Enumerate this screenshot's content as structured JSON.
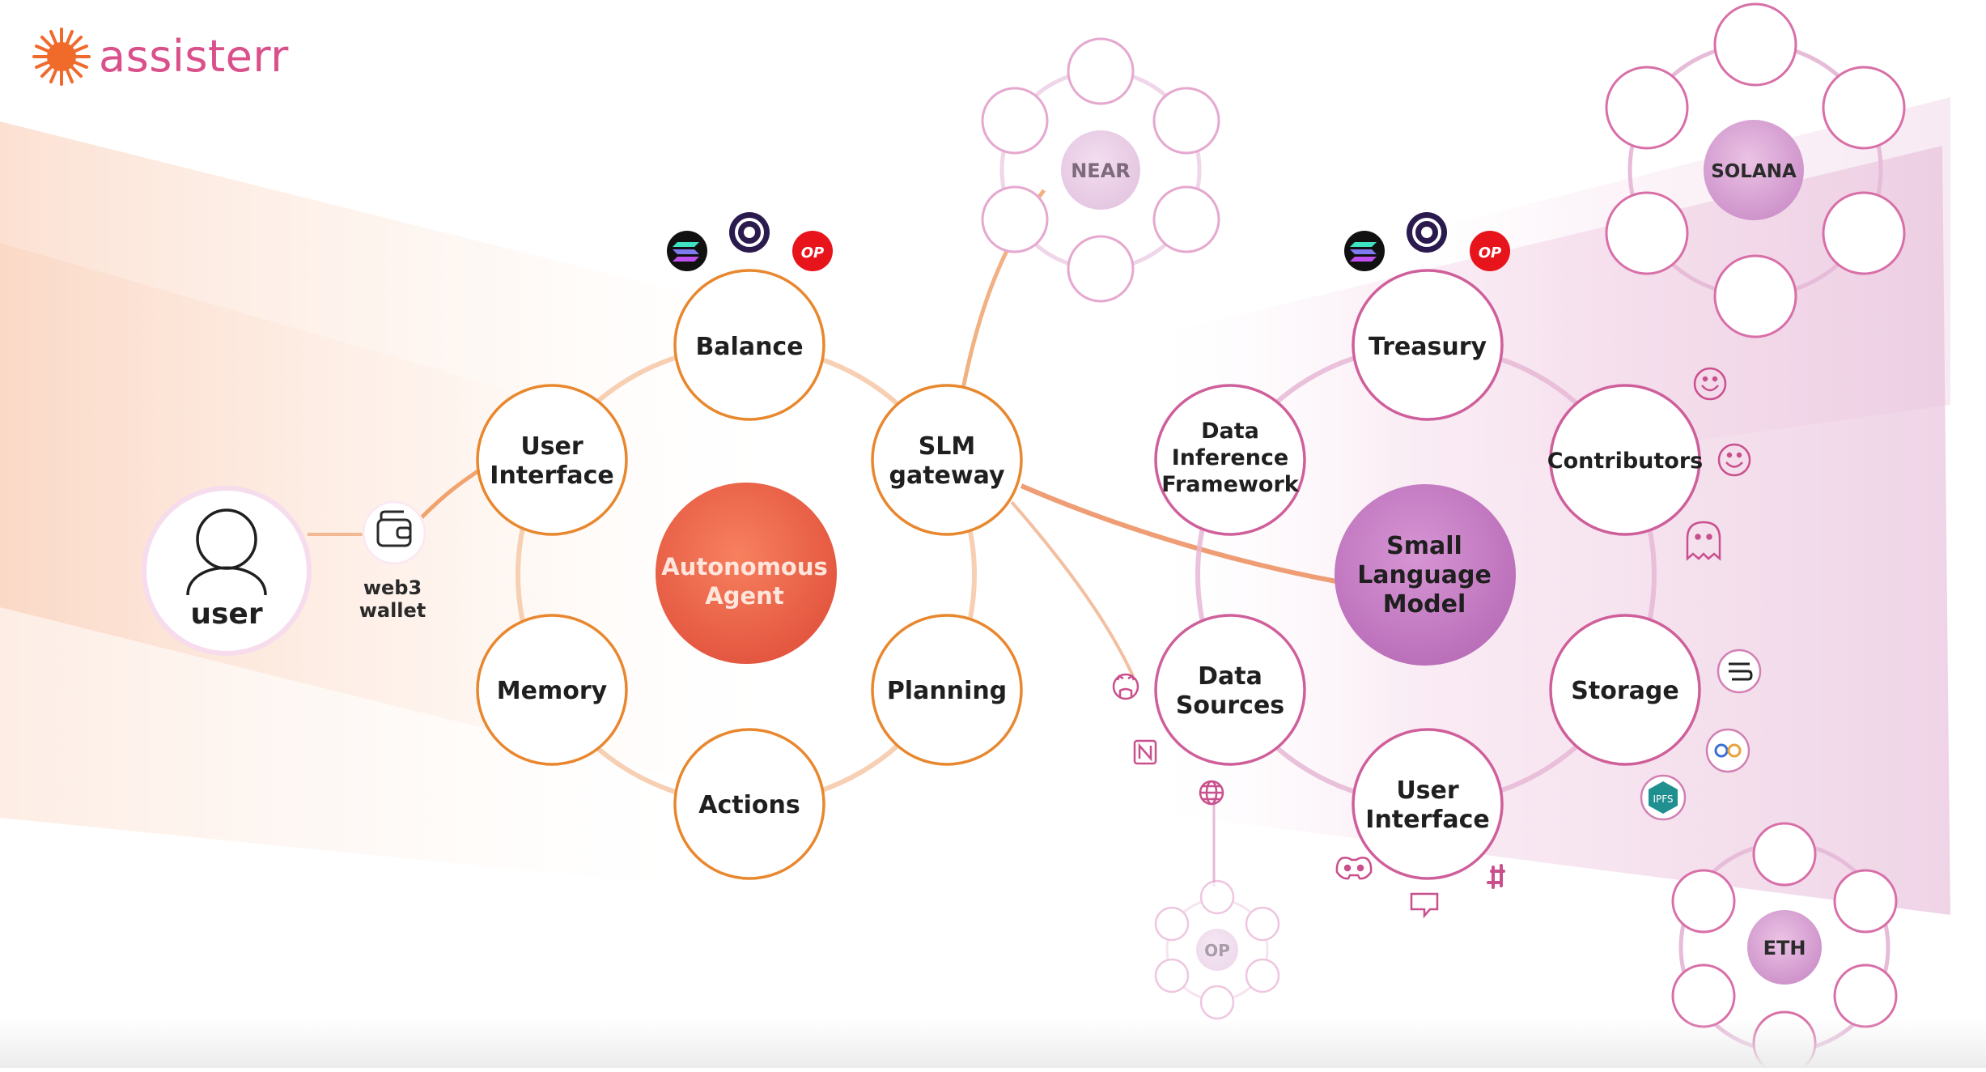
{
  "brand": {
    "name": "assisterr"
  },
  "user": {
    "label": "user"
  },
  "wallet": {
    "label_line1": "web3",
    "label_line2": "wallet"
  },
  "agent_cluster": {
    "center_line1": "Autonomous",
    "center_line2": "Agent",
    "nodes": {
      "balance": [
        "Balance"
      ],
      "user_interface": [
        "User",
        "Interface"
      ],
      "slm_gateway": [
        "SLM",
        "gateway"
      ],
      "memory": [
        "Memory"
      ],
      "planning": [
        "Planning"
      ],
      "actions": [
        "Actions"
      ]
    },
    "badges": {
      "op": "OP"
    }
  },
  "slm_cluster": {
    "center_line1": "Small",
    "center_line2": "Language",
    "center_line3": "Model",
    "nodes": {
      "treasury": [
        "Treasury"
      ],
      "data_inference": [
        "Data",
        "Inference",
        "Framework"
      ],
      "contributors": [
        "Contributors"
      ],
      "data_sources": [
        "Data",
        "Sources"
      ],
      "storage": [
        "Storage"
      ],
      "user_interface": [
        "User",
        "Interface"
      ]
    },
    "badges": {
      "op": "OP",
      "ipfs": "IPFS"
    }
  },
  "networks": {
    "near": "NEAR",
    "solana": "SOLANA",
    "eth": "ETH",
    "op": "OP"
  },
  "colors": {
    "orange": "#e8872e",
    "orange_soft": "#f6c9a4",
    "agent_fill": "#ef6648",
    "pink": "#d9508a",
    "pink_node": "#cf5f9b",
    "purple_center": "#c77bc6",
    "op_red": "#e8141c"
  },
  "icons": [
    "sun-logo-icon",
    "user-icon",
    "wallet-icon",
    "solana-icon",
    "polkadot-icon",
    "op-badge-icon",
    "github-icon",
    "notion-icon",
    "globe-icon",
    "discord-icon",
    "chat-icon",
    "slack-icon",
    "smile-icon",
    "ghost-icon",
    "arweave-icon",
    "filecoin-icon",
    "ipfs-icon"
  ]
}
